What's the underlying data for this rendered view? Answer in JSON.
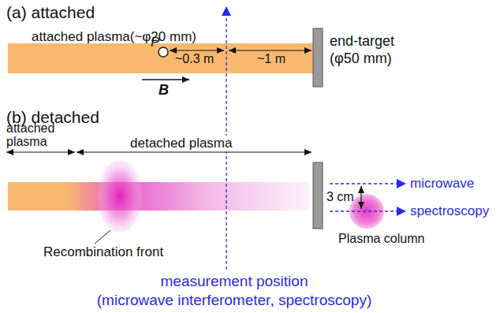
{
  "diagram": {
    "nodes": [
      {
        "text": [
          "attached plasma(~φ20 mm)"
        ]
      },
      {
        "text": [
          "end-target",
          "(φ50 mm)"
        ]
      },
      {
        "text": [
          "Plasma column"
        ]
      }
    ],
    "labels": [
      "(a) attached",
      "P",
      "~0.3 m",
      "~1 m",
      "B",
      "(b) detached",
      "attached plasma",
      "detached plasma",
      "Recombination front",
      "microwave",
      "spectroscopy",
      "3 cm",
      "measurement position",
      "(microwave interferometer, spectroscopy)"
    ]
  }
}
